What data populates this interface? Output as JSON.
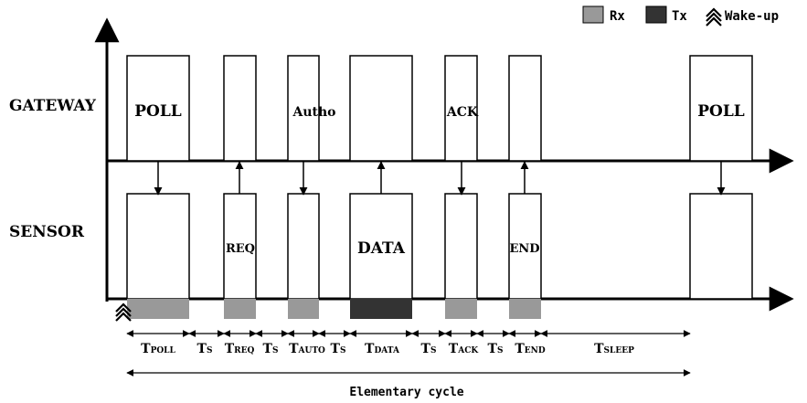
{
  "legend": {
    "rx_label": "Rx",
    "tx_label": "Tx",
    "wakeup_label": "Wake-up",
    "rx_color": "#999999",
    "tx_color": "#333333",
    "wakeup_icon": "chevron-stack-icon"
  },
  "rows": {
    "gateway": "GATEWAY",
    "sensor": "SENSOR"
  },
  "gateway_blocks": [
    "POLL",
    "",
    "Autho",
    "",
    "ACK",
    "",
    "POLL"
  ],
  "sensor_blocks": [
    "",
    "REQ",
    "",
    "DATA",
    "",
    "END",
    ""
  ],
  "timings": [
    {
      "main": "T",
      "sub": "POLL"
    },
    {
      "main": "T",
      "sub": "S"
    },
    {
      "main": "T",
      "sub": "REQ"
    },
    {
      "main": "T",
      "sub": "S"
    },
    {
      "main": "T",
      "sub": "AUTO"
    },
    {
      "main": "T",
      "sub": "S"
    },
    {
      "main": "T",
      "sub": "DATA"
    },
    {
      "main": "T",
      "sub": "S"
    },
    {
      "main": "T",
      "sub": "ACK"
    },
    {
      "main": "T",
      "sub": "S"
    },
    {
      "main": "T",
      "sub": "END"
    },
    {
      "main": "T",
      "sub": "SLEEP"
    }
  ],
  "cycle_label": "Elementary cycle",
  "colors": {
    "rx": "#999999",
    "tx": "#333333",
    "line": "#000000"
  }
}
